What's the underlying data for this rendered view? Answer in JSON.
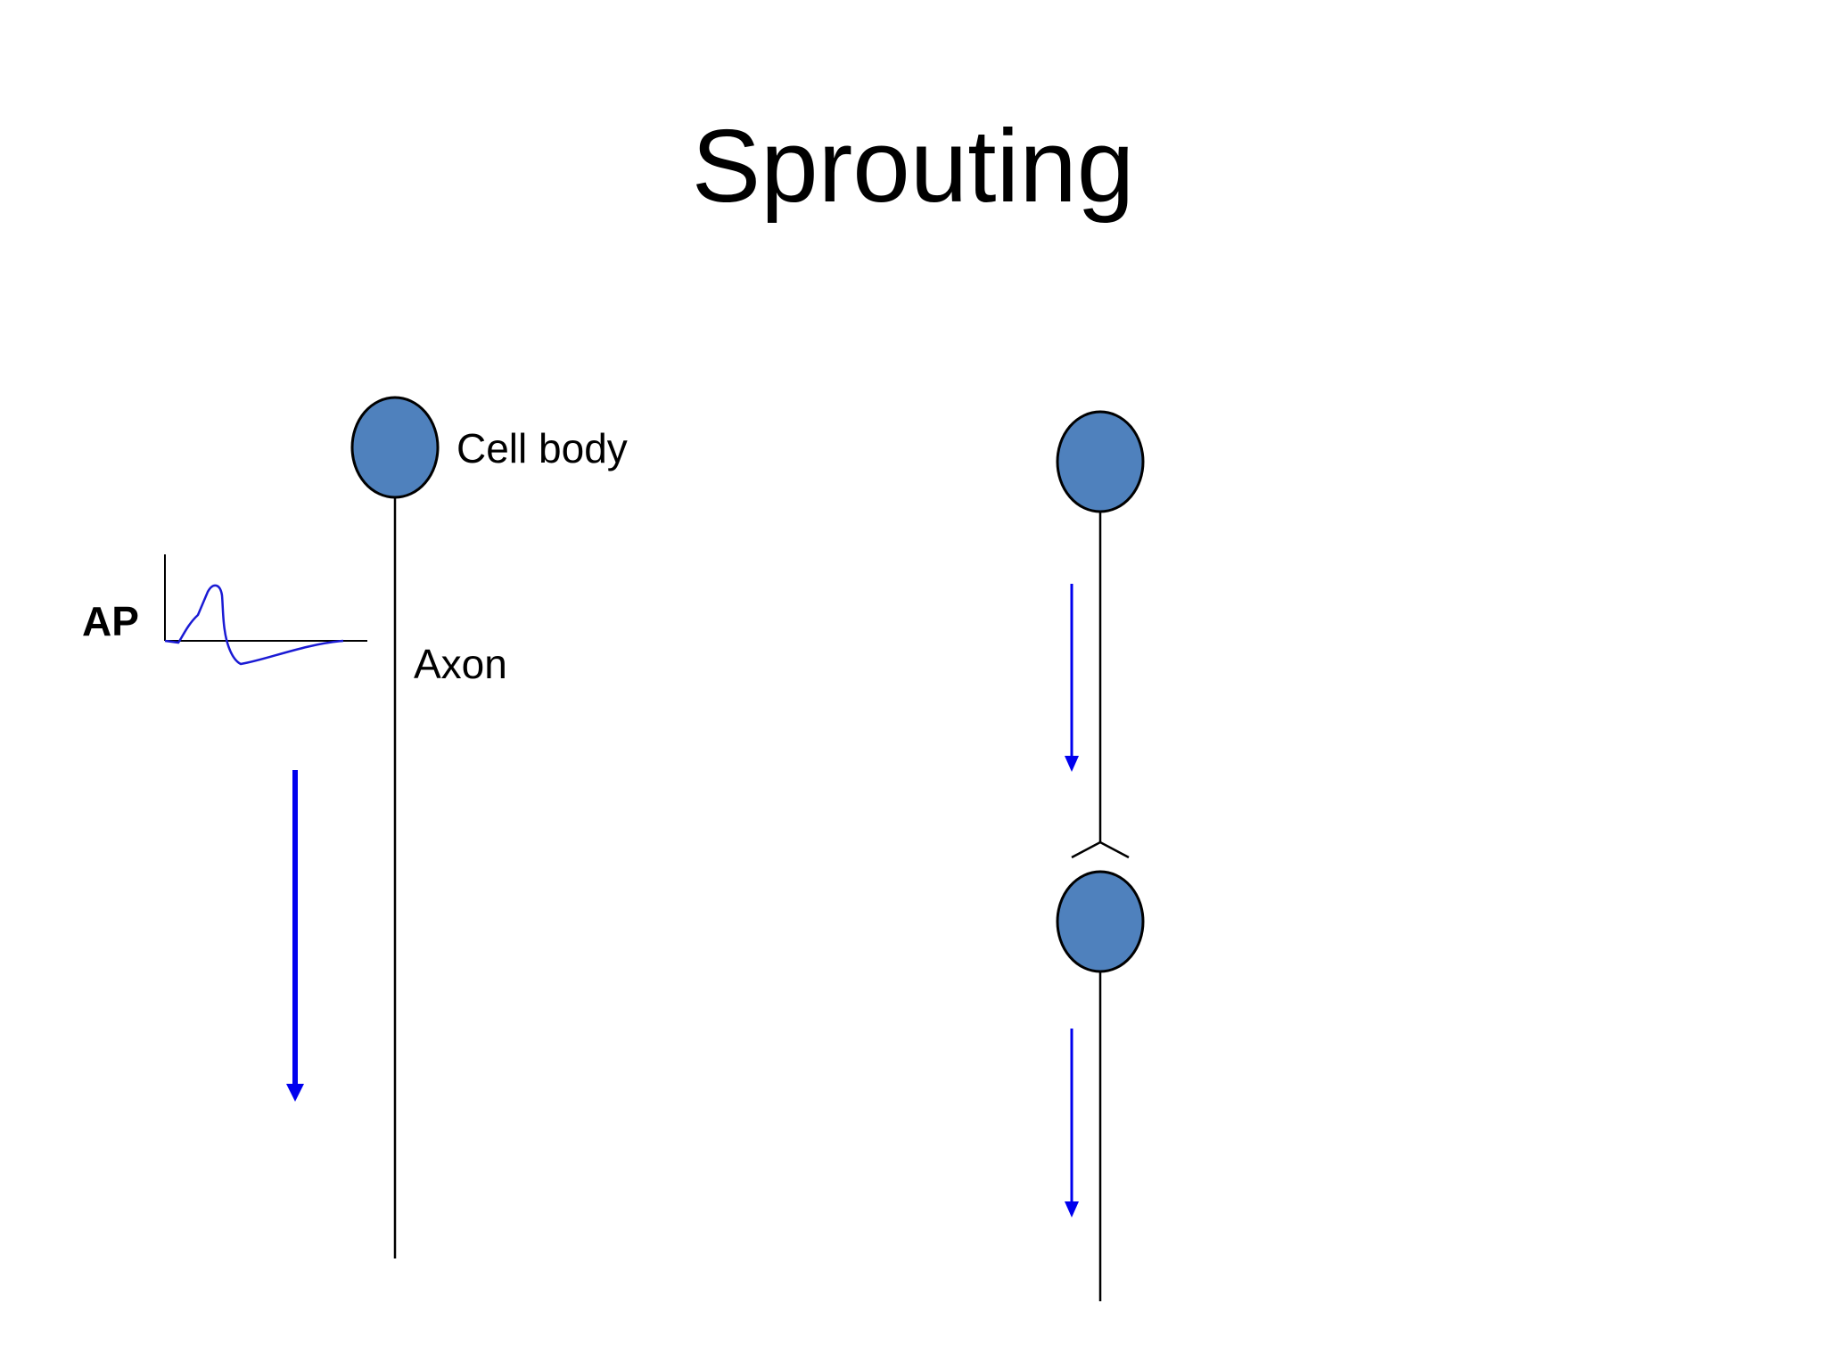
{
  "slide": {
    "title": "Sprouting",
    "labels": {
      "cell_body": "Cell body",
      "axon": "Axon",
      "action_potential": "AP"
    }
  },
  "colors": {
    "cell_body_fill": "#4f81bd",
    "cell_body_stroke": "#000000",
    "axon_line": "#000000",
    "signal_arrow": "#0000ee",
    "ap_trace": "#1a1ad4",
    "text": "#000000"
  }
}
